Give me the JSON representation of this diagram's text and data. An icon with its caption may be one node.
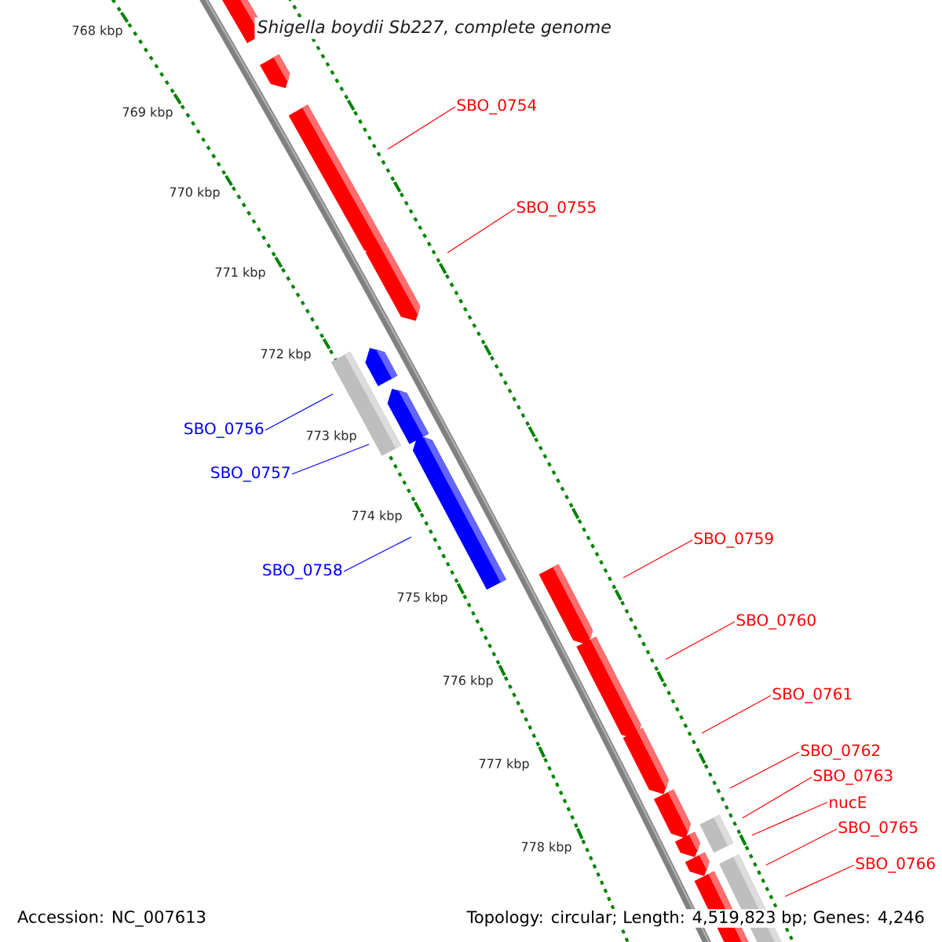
{
  "diagram": {
    "title": "Shigella boydii Sb227, complete genome",
    "nodes": [
      {
        "text": [
          "SBO_0754"
        ]
      },
      {
        "text": [
          "SBO_0755"
        ]
      },
      {
        "text": [
          "SBO_0756"
        ]
      },
      {
        "text": [
          "SBO_0757"
        ]
      },
      {
        "text": [
          "SBO_0758"
        ]
      },
      {
        "text": [
          "SBO_0759"
        ]
      },
      {
        "text": [
          "SBO_0760"
        ]
      },
      {
        "text": [
          "SBO_0761"
        ]
      },
      {
        "text": [
          "SBO_0762"
        ]
      },
      {
        "text": [
          "SBO_0763"
        ]
      },
      {
        "text": [
          "nucE"
        ]
      },
      {
        "text": [
          "SBO_0765"
        ]
      },
      {
        "text": [
          "SBO_0766"
        ]
      }
    ],
    "edges": [
      {
        "from": 0,
        "to": null,
        "arrow": "none"
      },
      {
        "from": 1,
        "to": null,
        "arrow": "none"
      },
      {
        "from": 2,
        "to": null,
        "arrow": "none",
        "color": "#0000ff"
      },
      {
        "from": 3,
        "to": null,
        "arrow": "none",
        "color": "#0000ff"
      },
      {
        "from": 4,
        "to": null,
        "arrow": "none",
        "color": "#0000ff"
      },
      {
        "from": 5,
        "to": null,
        "arrow": "none"
      },
      {
        "from": 6,
        "to": null,
        "arrow": "none"
      },
      {
        "from": 7,
        "to": null,
        "arrow": "none"
      },
      {
        "from": 8,
        "to": null,
        "arrow": "none"
      },
      {
        "from": 9,
        "to": null,
        "arrow": "none"
      },
      {
        "from": 10,
        "to": null,
        "arrow": "none"
      },
      {
        "from": 11,
        "to": null,
        "arrow": "none"
      },
      {
        "from": 12,
        "to": null,
        "arrow": "none"
      }
    ],
    "labels": [
      "768 kbp",
      "769 kbp",
      "770 kbp",
      "771 kbp",
      "772 kbp",
      "773 kbp",
      "774 kbp",
      "775 kbp",
      "776 kbp",
      "777 kbp",
      "778 kbp",
      "Accession: NC_007613",
      "Topology: circular; Length: 4,519,823 bp; Genes: 4,246"
    ]
  }
}
